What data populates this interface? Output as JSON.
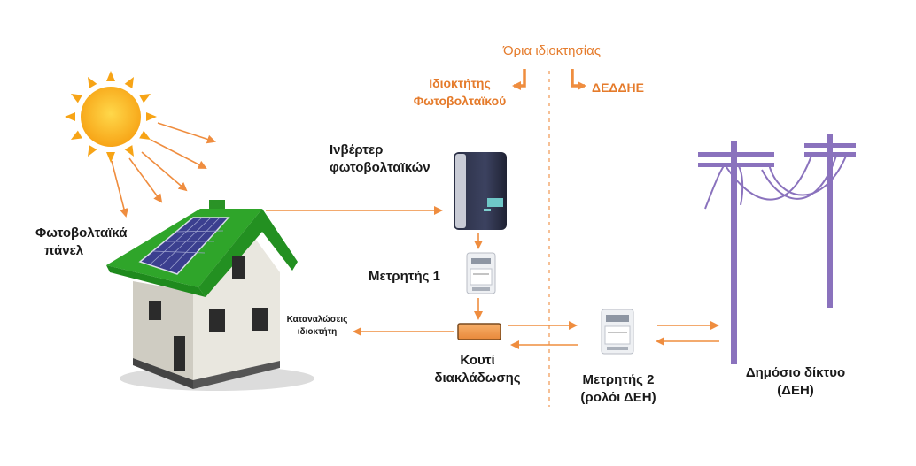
{
  "boundary": {
    "title": "Όρια ιδιοκτησίας",
    "left_line1": "Ιδιοκτήτης",
    "left_line2": "Φωτοβολταϊκού",
    "right": "ΔΕΔΔΗΕ"
  },
  "labels": {
    "panels_line1": "Φωτοβολταϊκά",
    "panels_line2": "πάνελ",
    "inverter_line1": "Ινβέρτερ",
    "inverter_line2": "φωτοβολταϊκών",
    "meter1": "Μετρητής 1",
    "consumption_line1": "Καταναλώσεις",
    "consumption_line2": "ιδιοκτήτη",
    "junction_line1": "Κουτί",
    "junction_line2": "διακλάδωσης",
    "meter2_line1": "Μετρητής 2",
    "meter2_line2": "(ρολόι ΔΕΗ)",
    "grid_line1": "Δημόσιο δίκτυο",
    "grid_line2": "(ΔΕΗ)"
  },
  "colors": {
    "arrow": "#ef8d3f",
    "label_accent": "#e57b2b",
    "roof": "#2fa52a",
    "panel": "#3b3f8f",
    "pole": "#8a72bd",
    "sun": "#f7a416"
  }
}
